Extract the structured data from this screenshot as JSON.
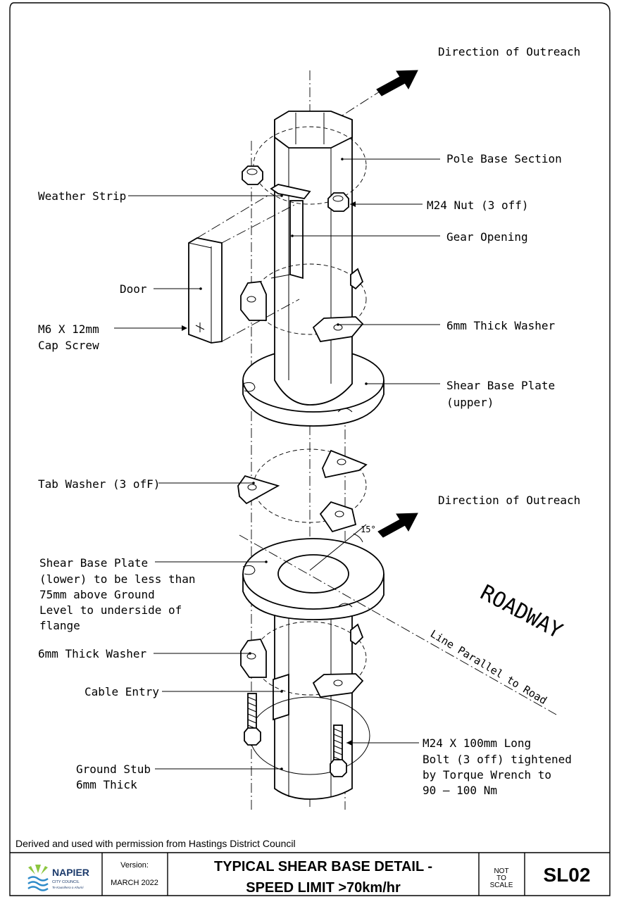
{
  "labels": {
    "direction_top": "Direction of Outreach",
    "pole_base_section": "Pole Base Section",
    "weather_strip": "Weather Strip",
    "m24_nut": "M24 Nut (3 off)",
    "gear_opening": "Gear Opening",
    "door": "Door",
    "cap_screw_line1": "M6 X 12mm",
    "cap_screw_line2": "Cap Screw",
    "washer_upper": "6mm Thick Washer",
    "shear_upper_line1": "Shear Base Plate",
    "shear_upper_line2": "(upper)",
    "tab_washer": "Tab Washer (3 ofF)",
    "direction_lower": "Direction of Outreach",
    "angle": "15°",
    "shear_lower_line1": "Shear Base Plate",
    "shear_lower_line2": "(lower) to be less than",
    "shear_lower_line3": "75mm above Ground",
    "shear_lower_line4": "Level to underside of",
    "shear_lower_line5": "flange",
    "roadway": "ROADWAY",
    "line_parallel": "Line Parallel to Road",
    "washer_lower": "6mm Thick Washer",
    "cable_entry": "Cable Entry",
    "bolt_line1": "M24 X 100mm Long",
    "bolt_line2": "Bolt (3 off) tightened",
    "bolt_line3": "by Torque Wrench to",
    "bolt_line4": "90 – 100 Nm",
    "stub_line1": "Ground Stub",
    "stub_line2": "6mm Thick"
  },
  "footer": {
    "attribution": "Derived and used with permission from Hastings District Council",
    "logo_name": "NAPIER",
    "logo_sub": "CITY COUNCIL",
    "logo_tagline": "Te Kaunihera o Ahuriri",
    "version_label": "Version:",
    "version_value": "MARCH 2022",
    "title_line1": "TYPICAL SHEAR BASE DETAIL -",
    "title_line2": "SPEED LIMIT >70km/hr",
    "scale_line1": "NOT",
    "scale_line2": "TO",
    "scale_line3": "SCALE",
    "sheet_code": "SL02"
  },
  "colors": {
    "ink": "#000000",
    "logo_green": "#8cc63f",
    "logo_blue": "#2e8bc9",
    "logo_navy": "#1b3a6b"
  }
}
